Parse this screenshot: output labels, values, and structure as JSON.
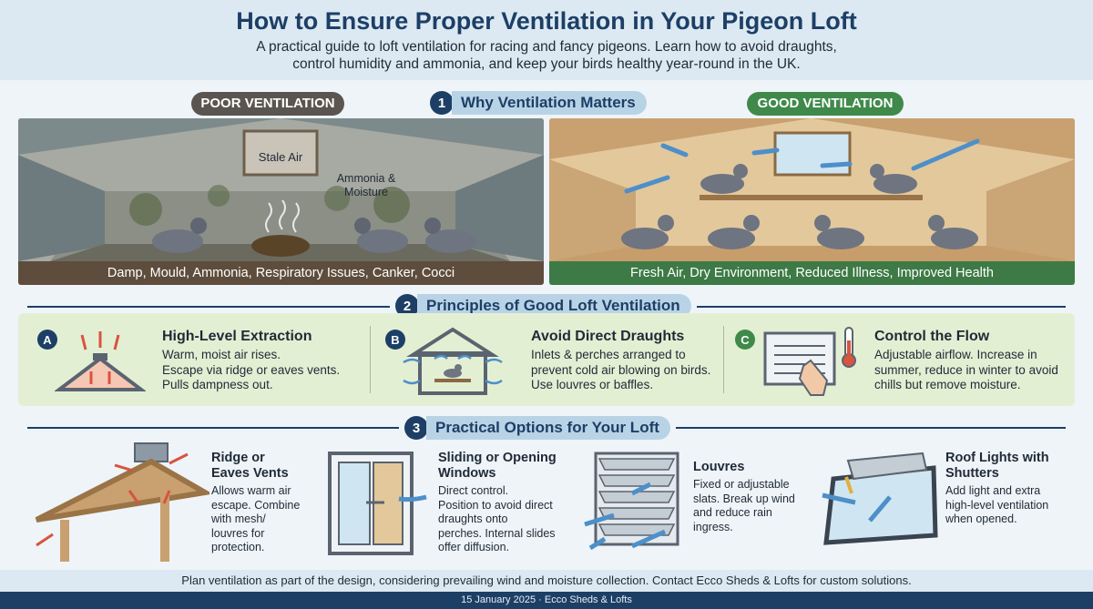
{
  "header": {
    "title": "How to Ensure Proper Ventilation in Your Pigeon Loft",
    "subtitle_line1": "A practical guide to loft ventilation for racing and fancy pigeons. Learn how to avoid draughts,",
    "subtitle_line2": "control humidity and ammonia, and keep your birds healthy year-round in the UK."
  },
  "section1": {
    "number": "1",
    "title": "Why Ventilation Matters",
    "poor": {
      "label": "POOR VENTILATION",
      "stale_air": "Stale Air",
      "ammonia_line1": "Ammonia &",
      "ammonia_line2": "Moisture",
      "caption": "Damp, Mould, Ammonia, Respiratory Issues, Canker, Cocci"
    },
    "good": {
      "label": "GOOD VENTILATION",
      "caption": "Fresh Air, Dry Environment, Reduced Illness, Improved Health"
    }
  },
  "section2": {
    "number": "2",
    "title": "Principles of Good Loft Ventilation",
    "items": [
      {
        "letter": "A",
        "title": "High-Level Extraction",
        "lines": [
          "Warm, moist air rises.",
          "Escape via ridge or eaves vents.",
          "Pulls dampness out."
        ]
      },
      {
        "letter": "B",
        "title": "Avoid Direct Draughts",
        "lines": [
          "Inlets & perches arranged to",
          "prevent cold air blowing on birds.",
          "Use louvres or baffles."
        ]
      },
      {
        "letter": "C",
        "title": "Control the Flow",
        "lines": [
          "Adjustable airflow. Increase in",
          "summer, reduce in winter to avoid",
          "chills but remove moisture."
        ]
      }
    ]
  },
  "section3": {
    "number": "3",
    "title": "Practical Options for Your Loft",
    "options": [
      {
        "title_lines": [
          "Ridge or",
          "Eaves Vents"
        ],
        "lines": [
          "Allows warm air",
          "escape. Combine",
          "with mesh/",
          "louvres for",
          "protection."
        ]
      },
      {
        "title_lines": [
          "Sliding or Opening",
          "Windows"
        ],
        "lines": [
          "Direct control.",
          "Position to avoid direct",
          "draughts onto",
          "perches. Internal slides",
          "offer diffusion."
        ]
      },
      {
        "title_lines": [
          "Louvres"
        ],
        "lines": [
          "Fixed or adjustable",
          "slats. Break up wind",
          "and reduce rain",
          "ingress."
        ]
      },
      {
        "title_lines": [
          "Roof Lights with",
          "Shutters"
        ],
        "lines": [
          "Add light and extra",
          "high-level ventilation",
          "when opened."
        ]
      }
    ]
  },
  "footer": {
    "note": "Plan ventilation as part of the design, considering prevailing wind and moisture collection. Contact Ecco Sheds & Lofts for custom solutions.",
    "credit": "15 January 2025 · Ecco Sheds & Lofts"
  },
  "colors": {
    "navy": "#1d3f66",
    "poor_label": "#5a5550",
    "good_label": "#3f8a4a",
    "good_caption": "#3d7a45",
    "poor_caption": "#5e4d3c",
    "principles_bg": "#e3efd3"
  },
  "icons": [
    "arrow-up-icon",
    "house-icon",
    "pigeon-icon",
    "vent-panel-icon",
    "thermometer-icon",
    "hand-icon",
    "roof-vent-icon",
    "window-icon",
    "louvre-icon",
    "skylight-icon"
  ]
}
